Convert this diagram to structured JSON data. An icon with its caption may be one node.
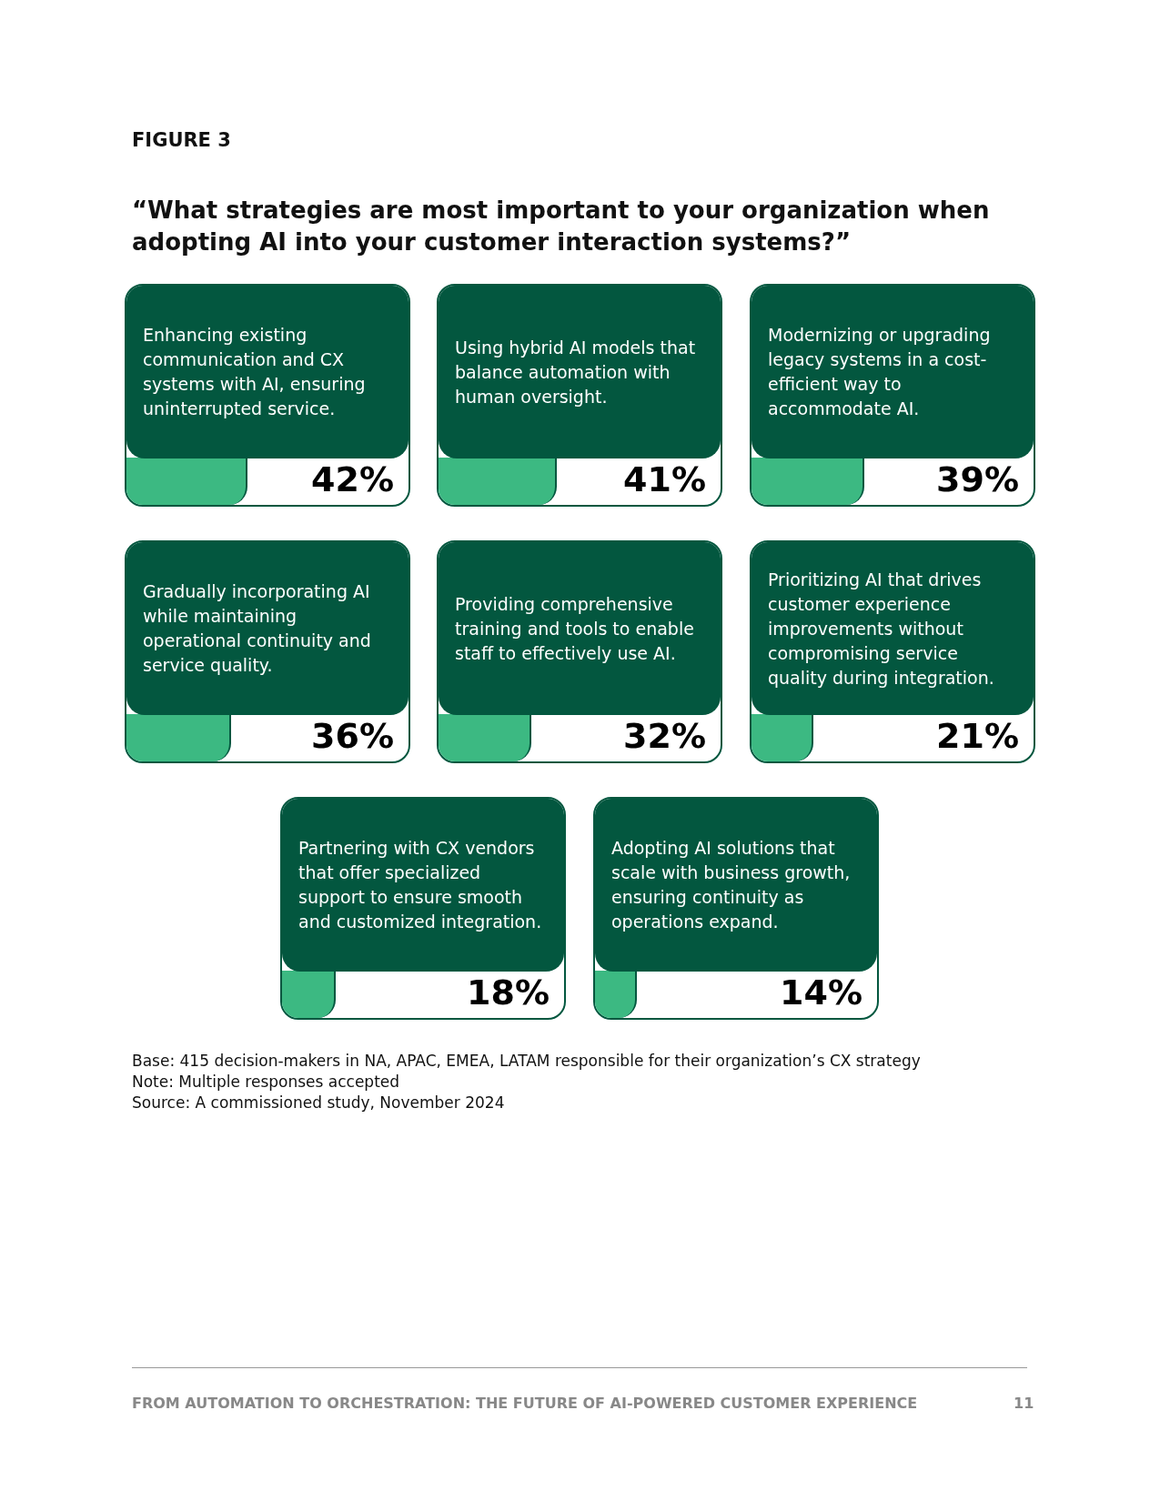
{
  "diagram": {
    "title": "“What strategies are most important to your organization when adopting AI into your customer interaction systems?”",
    "nodes": [
      {
        "text": [
          "Enhancing existing communication and CX systems with AI, ensuring uninterrupted service.",
          "42%"
        ]
      },
      {
        "text": [],
        "shape": "bar",
        "in": 0
      },
      {
        "text": [
          "Using hybrid AI models that balance automation with human oversight.",
          "41%"
        ]
      },
      {
        "text": [],
        "shape": "bar",
        "in": 2
      },
      {
        "text": [
          "Modernizing or upgrading legacy systems in a cost-efficient way to accommodate AI.",
          "39%"
        ]
      },
      {
        "text": [],
        "shape": "bar",
        "in": 4
      },
      {
        "text": [
          "Gradually incorporating AI while maintaining operational continuity and service quality.",
          "36%"
        ]
      },
      {
        "text": [],
        "shape": "bar",
        "in": 6
      },
      {
        "text": [
          "Providing comprehensive training and tools to enable staff to effectively use AI.",
          "32%"
        ]
      },
      {
        "text": [],
        "shape": "bar",
        "in": 8
      },
      {
        "text": [
          "Prioritizing AI that drives customer experience improvements without compromising service quality during integration.",
          "21%"
        ]
      },
      {
        "text": [],
        "shape": "bar",
        "in": 10
      },
      {
        "text": [
          "Partnering with CX vendors that offer specialized support to ensure smooth and customized integration.",
          "18%"
        ]
      },
      {
        "text": [],
        "shape": "bar",
        "in": 12
      },
      {
        "text": [
          "Adopting AI solutions that scale with business growth, ensuring continuity as operations expand.",
          "14%"
        ]
      },
      {
        "text": [],
        "shape": "bar",
        "in": 14
      }
    ],
    "labels": [
      "FIGURE 3",
      "Base: 415 decision-makers in NA, APAC, EMEA, LATAM responsible for their organization’s CX strategy",
      "Note: Multiple responses accepted",
      "Source: A commissioned study, November 2024",
      "FROM AUTOMATION TO ORCHESTRATION: THE FUTURE OF AI-POWERED CUSTOMER EXPERIENCE",
      "11"
    ]
  }
}
